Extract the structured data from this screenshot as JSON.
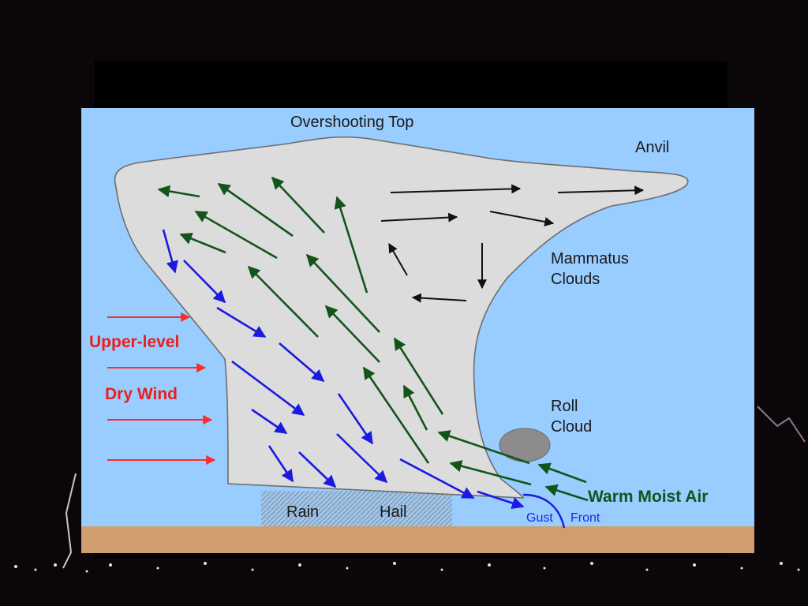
{
  "diagram": {
    "labels": {
      "overshooting_top": "Overshooting Top",
      "anvil": "Anvil",
      "mammatus_line1": "Mammatus",
      "mammatus_line2": "Clouds",
      "roll_cloud_line1": "Roll",
      "roll_cloud_line2": "Cloud",
      "upper_level": "Upper-level",
      "dry_wind": "Dry Wind",
      "rain": "Rain",
      "hail": "Hail",
      "warm_moist_air": "Warm Moist Air",
      "gust": "Gust",
      "front": "Front"
    },
    "colors": {
      "sky": "#99ccff",
      "cloud": "#dcdcdc",
      "cloud_outline": "#6e6e6e",
      "ground": "#d09e6e",
      "updraft_arrow": "#14541a",
      "downdraft_arrow": "#1a1ae0",
      "dry_wind_arrow": "#ff2a2a",
      "outflow_arrow": "#111111",
      "roll_cloud": "#8c8c8c",
      "slide_background": "#0b0609"
    }
  }
}
